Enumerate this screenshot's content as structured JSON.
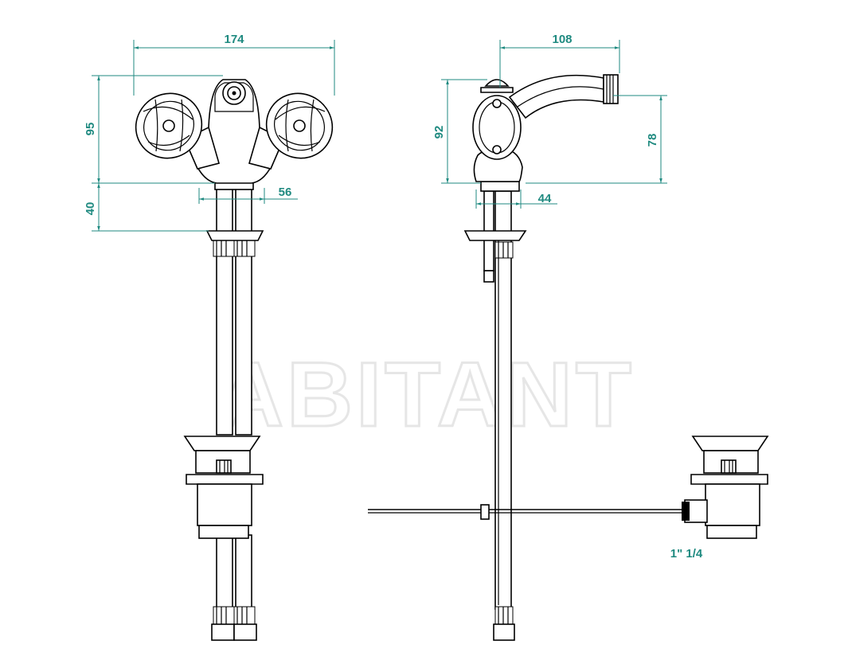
{
  "watermark": "ABITANT",
  "colors": {
    "dimension": "#1f8a80",
    "line": "#000000",
    "watermark": "#e8e8e8"
  },
  "dimensions": {
    "front_width": "174",
    "front_height": "95",
    "front_below": "40",
    "front_base": "56",
    "side_width": "108",
    "side_height": "92",
    "side_spout": "78",
    "side_base": "44",
    "waste_thread": "1\" 1/4"
  }
}
